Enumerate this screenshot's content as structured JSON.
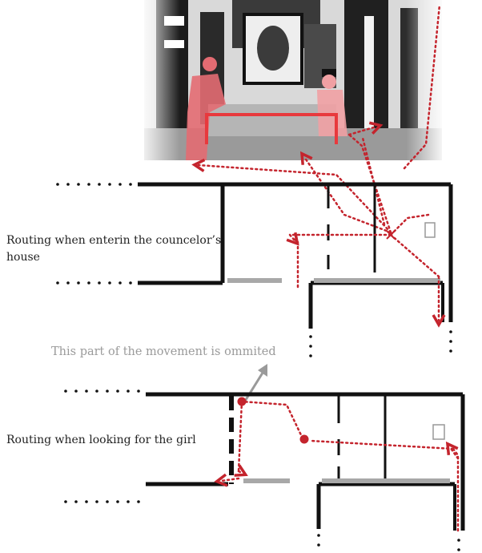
{
  "labels": {
    "routing_entering": "Routing when enterin the councelor’s house",
    "routing_looking": "Routing when looking for the girl",
    "omitted_note": "This part of the movement is ommited"
  },
  "colors": {
    "route": "#c4242d",
    "wall": "#111111",
    "threshold": "#a8a8a8",
    "note": "#9a9a9a",
    "highlight": "#e8393d"
  }
}
